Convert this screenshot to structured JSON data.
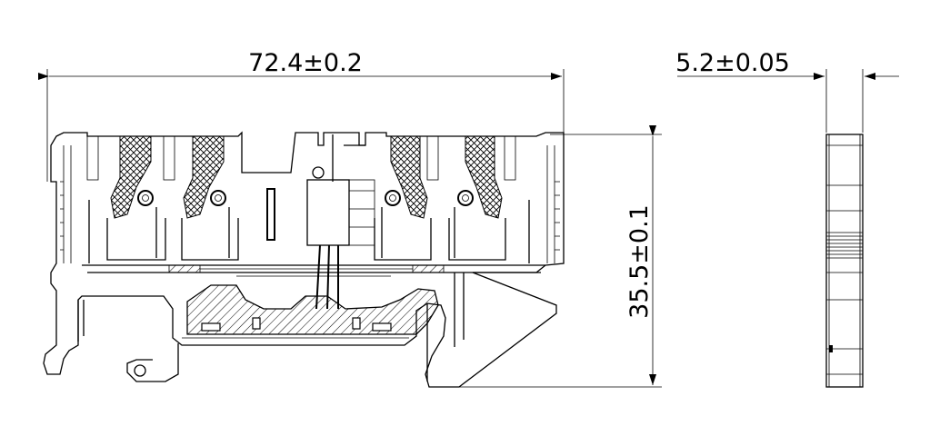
{
  "drawing": {
    "dimensions": {
      "width_total": "72.4±0.2",
      "height_total": "35.5±0.1",
      "thickness": "5.2±0.05"
    }
  }
}
